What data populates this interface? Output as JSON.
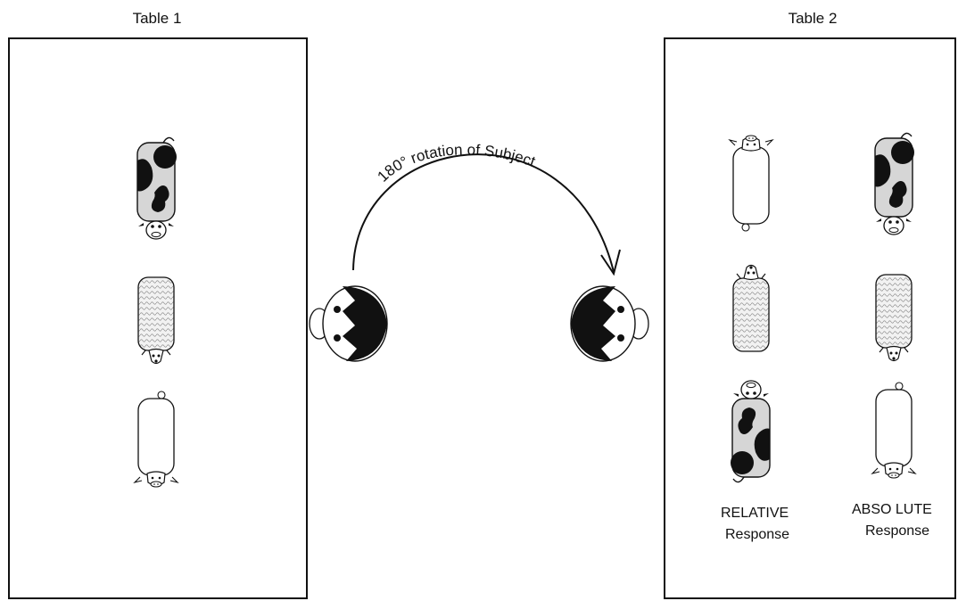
{
  "table1": {
    "title": "Table 1"
  },
  "table2": {
    "title": "Table 2"
  },
  "rotation_label": "180° rotation of Subject",
  "relative": {
    "line1": "RELATIVE",
    "line2": "Response"
  },
  "absolute": {
    "line1": "ABSO LUTE",
    "line2": "Response"
  },
  "animals": {
    "table1": [
      "cow-facing-down",
      "sheep-facing-down",
      "pig-facing-down"
    ],
    "table2_relative": [
      "pig-facing-up",
      "sheep-facing-up",
      "cow-facing-up"
    ],
    "table2_absolute": [
      "cow-facing-down",
      "sheep-facing-down",
      "pig-facing-down"
    ]
  },
  "colors": {
    "ink": "#111111",
    "cow_body": "#d6d6d6",
    "sheep_body": "#e8e8e8"
  }
}
